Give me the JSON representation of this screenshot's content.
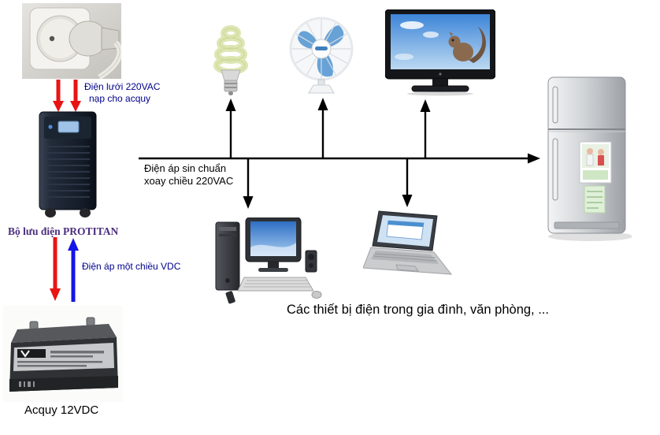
{
  "labels": {
    "grid_power_line1": "Điện lưới 220VAC",
    "grid_power_line2": "nạp cho acquy",
    "ups_title": "Bộ lưu điện PROTITAN",
    "dc_voltage": "Điện áp một chiều VDC",
    "battery_caption": "Acquy 12VDC",
    "sine_line1": "Điện áp sin chuẩn",
    "sine_line2": "xoay chiều 220VAC",
    "devices_caption": "Các thiết bị điện trong gia đình, văn phòng, ..."
  },
  "colors": {
    "arrow_red": "#e81414",
    "arrow_blue": "#1414e8",
    "arrow_black": "#000000",
    "label_blue": "#00008b",
    "ups_title": "#4b2e7d"
  },
  "icons": [
    {
      "name": "wall-outlet-image"
    },
    {
      "name": "ups-image"
    },
    {
      "name": "battery-image"
    },
    {
      "name": "cfl-bulb-image"
    },
    {
      "name": "desk-fan-image"
    },
    {
      "name": "tv-image"
    },
    {
      "name": "desktop-computer-image"
    },
    {
      "name": "laptop-image"
    },
    {
      "name": "refrigerator-image"
    }
  ]
}
